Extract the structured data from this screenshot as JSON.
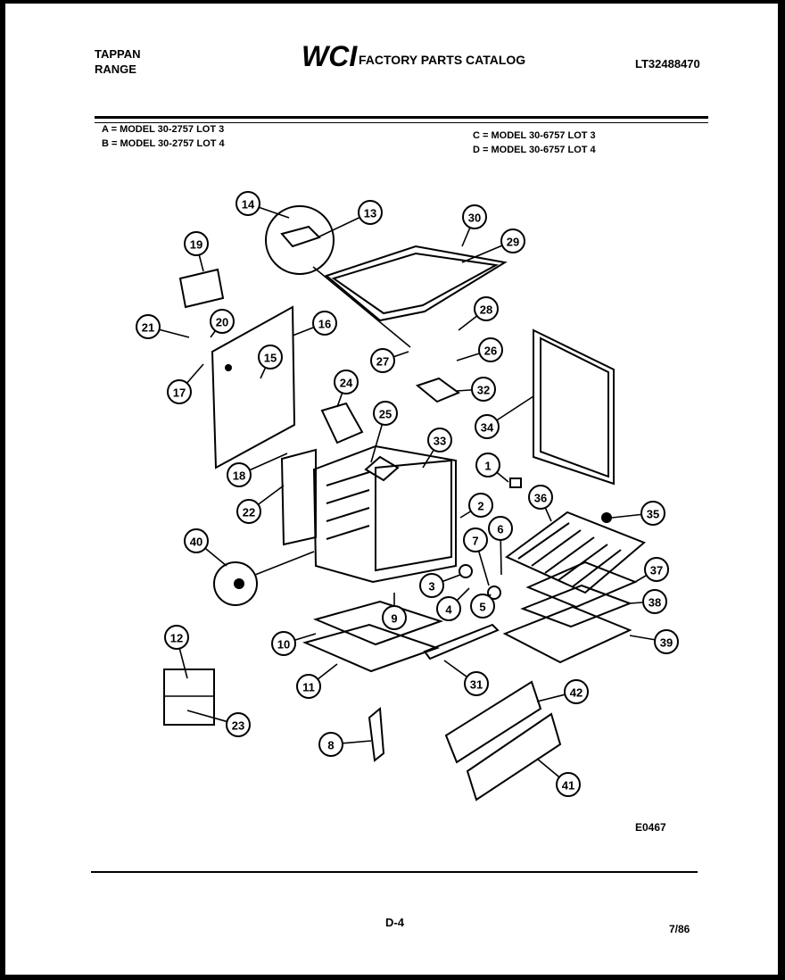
{
  "header": {
    "brand_line1": "TAPPAN",
    "brand_line2": "RANGE",
    "logo_text": "WCI",
    "catalog_title": "FACTORY PARTS CATALOG",
    "catalog_number": "LT32488470"
  },
  "models": {
    "a": "A = MODEL 30-2757 LOT 3",
    "b": "B = MODEL 30-2757 LOT 4",
    "c": "C = MODEL 30-6757 LOT 3",
    "d": "D = MODEL 30-6757 LOT 4"
  },
  "callouts": [
    "1",
    "2",
    "3",
    "4",
    "5",
    "6",
    "7",
    "8",
    "9",
    "10",
    "11",
    "12",
    "13",
    "14",
    "15",
    "16",
    "17",
    "18",
    "19",
    "20",
    "21",
    "22",
    "23",
    "24",
    "25",
    "26",
    "27",
    "28",
    "29",
    "30",
    "31",
    "32",
    "33",
    "34",
    "35",
    "36",
    "37",
    "38",
    "39",
    "40",
    "41",
    "42"
  ],
  "footer": {
    "drawing_code": "E0467",
    "page_label": "D-4",
    "date": "7/86"
  }
}
